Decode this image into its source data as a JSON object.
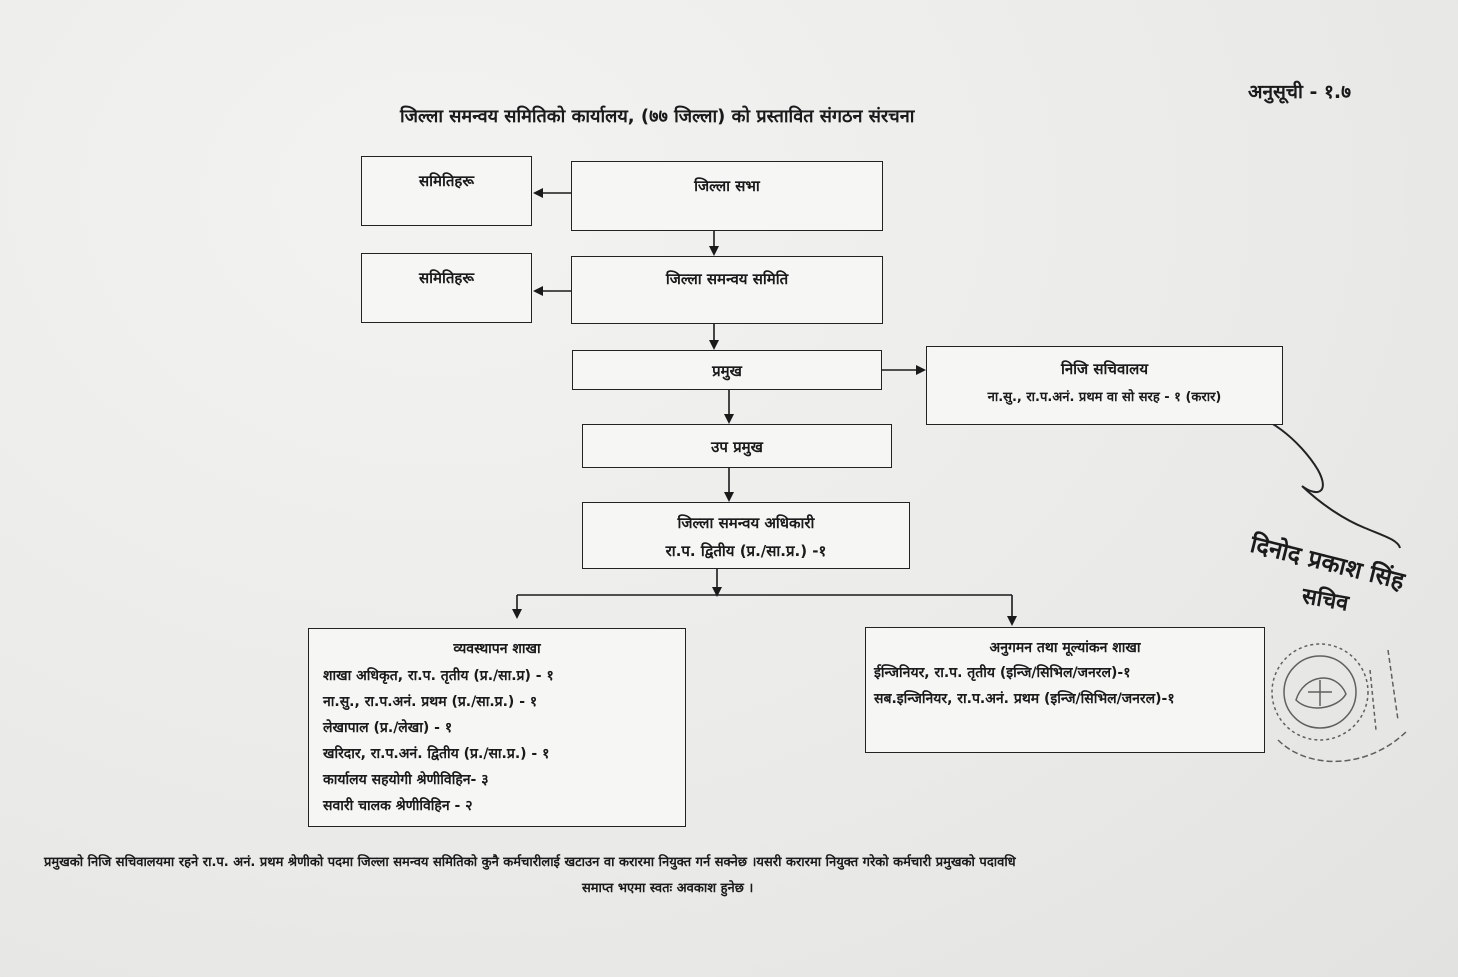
{
  "annex_label": "अनुसूची - १.७",
  "title": "जिल्ला समन्वय समितिको कार्यालय, (७७ जिल्ला) को प्रस्तावित संगठन संरचना",
  "nodes": {
    "committees_1": "समितिहरू",
    "district_assembly": "जिल्ला सभा",
    "committees_2": "समितिहरू",
    "district_coordination_committee": "जिल्ला समन्वय समिति",
    "chief": "प्रमुख",
    "private_secretariat": {
      "title": "निजि सचिवालय",
      "detail": "ना.सु., रा.प.अनं. प्रथम वा सो सरह - १ (करार)"
    },
    "deputy_chief": "उप प्रमुख",
    "district_coordination_officer": {
      "title": "जिल्ला समन्वय अधिकारी",
      "detail": "रा.प. द्वितीय (प्र./सा.प्र.) -१"
    }
  },
  "branches": [
    {
      "title": "व्यवस्थापन शाखा",
      "items": [
        "शाखा अधिकृत, रा.प. तृतीय (प्र./सा.प्र) - १",
        "ना.सु., रा.प.अनं. प्रथम (प्र./सा.प्र.) - १",
        "लेखापाल (प्र./लेखा) - १",
        "खरिदार, रा.प.अनं. द्वितीय  (प्र./सा.प्र.) - १",
        "कार्यालय सहयोगी श्रेणीविहिन- ३",
        "सवारी चालक श्रेणीविहिन - २"
      ]
    },
    {
      "title": "अनुगमन तथा मूल्यांकन शाखा",
      "items": [
        "ईन्जिनियर, रा.प. तृतीय (इन्जि/सिभिल/जनरल)-१",
        "सब.इन्जिनियर, रा.प.अनं. प्रथम (इन्जि/सिभिल/जनरल)-१"
      ]
    }
  ],
  "footnote": {
    "line1": "प्रमुखको निजि सचिवालयमा रहने रा.प. अनं. प्रथम श्रेणीको पदमा जिल्ला समन्वय समितिको कुनै कर्मचारीलाई खटाउन वा करारमा नियुक्त गर्न सक्नेछ ।यसरी करारमा नियुक्त गरेको कर्मचारी प्रमुखको पदावधि",
    "line2": "समाप्त भएमा स्वतः अवकाश हुनेछ ।"
  },
  "signature": {
    "name": "दिनोद प्रकाश सिंह",
    "title": "सचिव"
  },
  "colors": {
    "ink": "#1a1a1a",
    "paper": "#ececea"
  }
}
